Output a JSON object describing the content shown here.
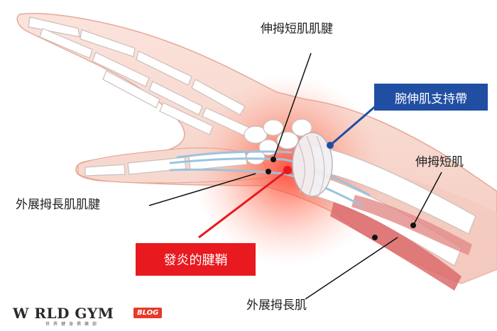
{
  "labels": {
    "ebp_tendon": "伸拇短肌肌腱",
    "extensor_retinaculum": "腕伸肌支持帶",
    "ebp_muscle": "伸拇短肌",
    "apl_tendon": "外展拇長肌肌腱",
    "inflamed_sheath": "發炎的腱鞘",
    "apl_muscle": "外展拇長肌"
  },
  "logo": {
    "brand": "W RLD GYM",
    "blog": "BLOG",
    "sub": "世界健身俱樂部"
  },
  "colors": {
    "callout_blue": "#1f4ea3",
    "callout_red": "#e8191f",
    "skin": "#f6d6cd",
    "bone": "#ffffff",
    "tendon": "#9cc3de",
    "muscle": "#dc6b6c"
  }
}
